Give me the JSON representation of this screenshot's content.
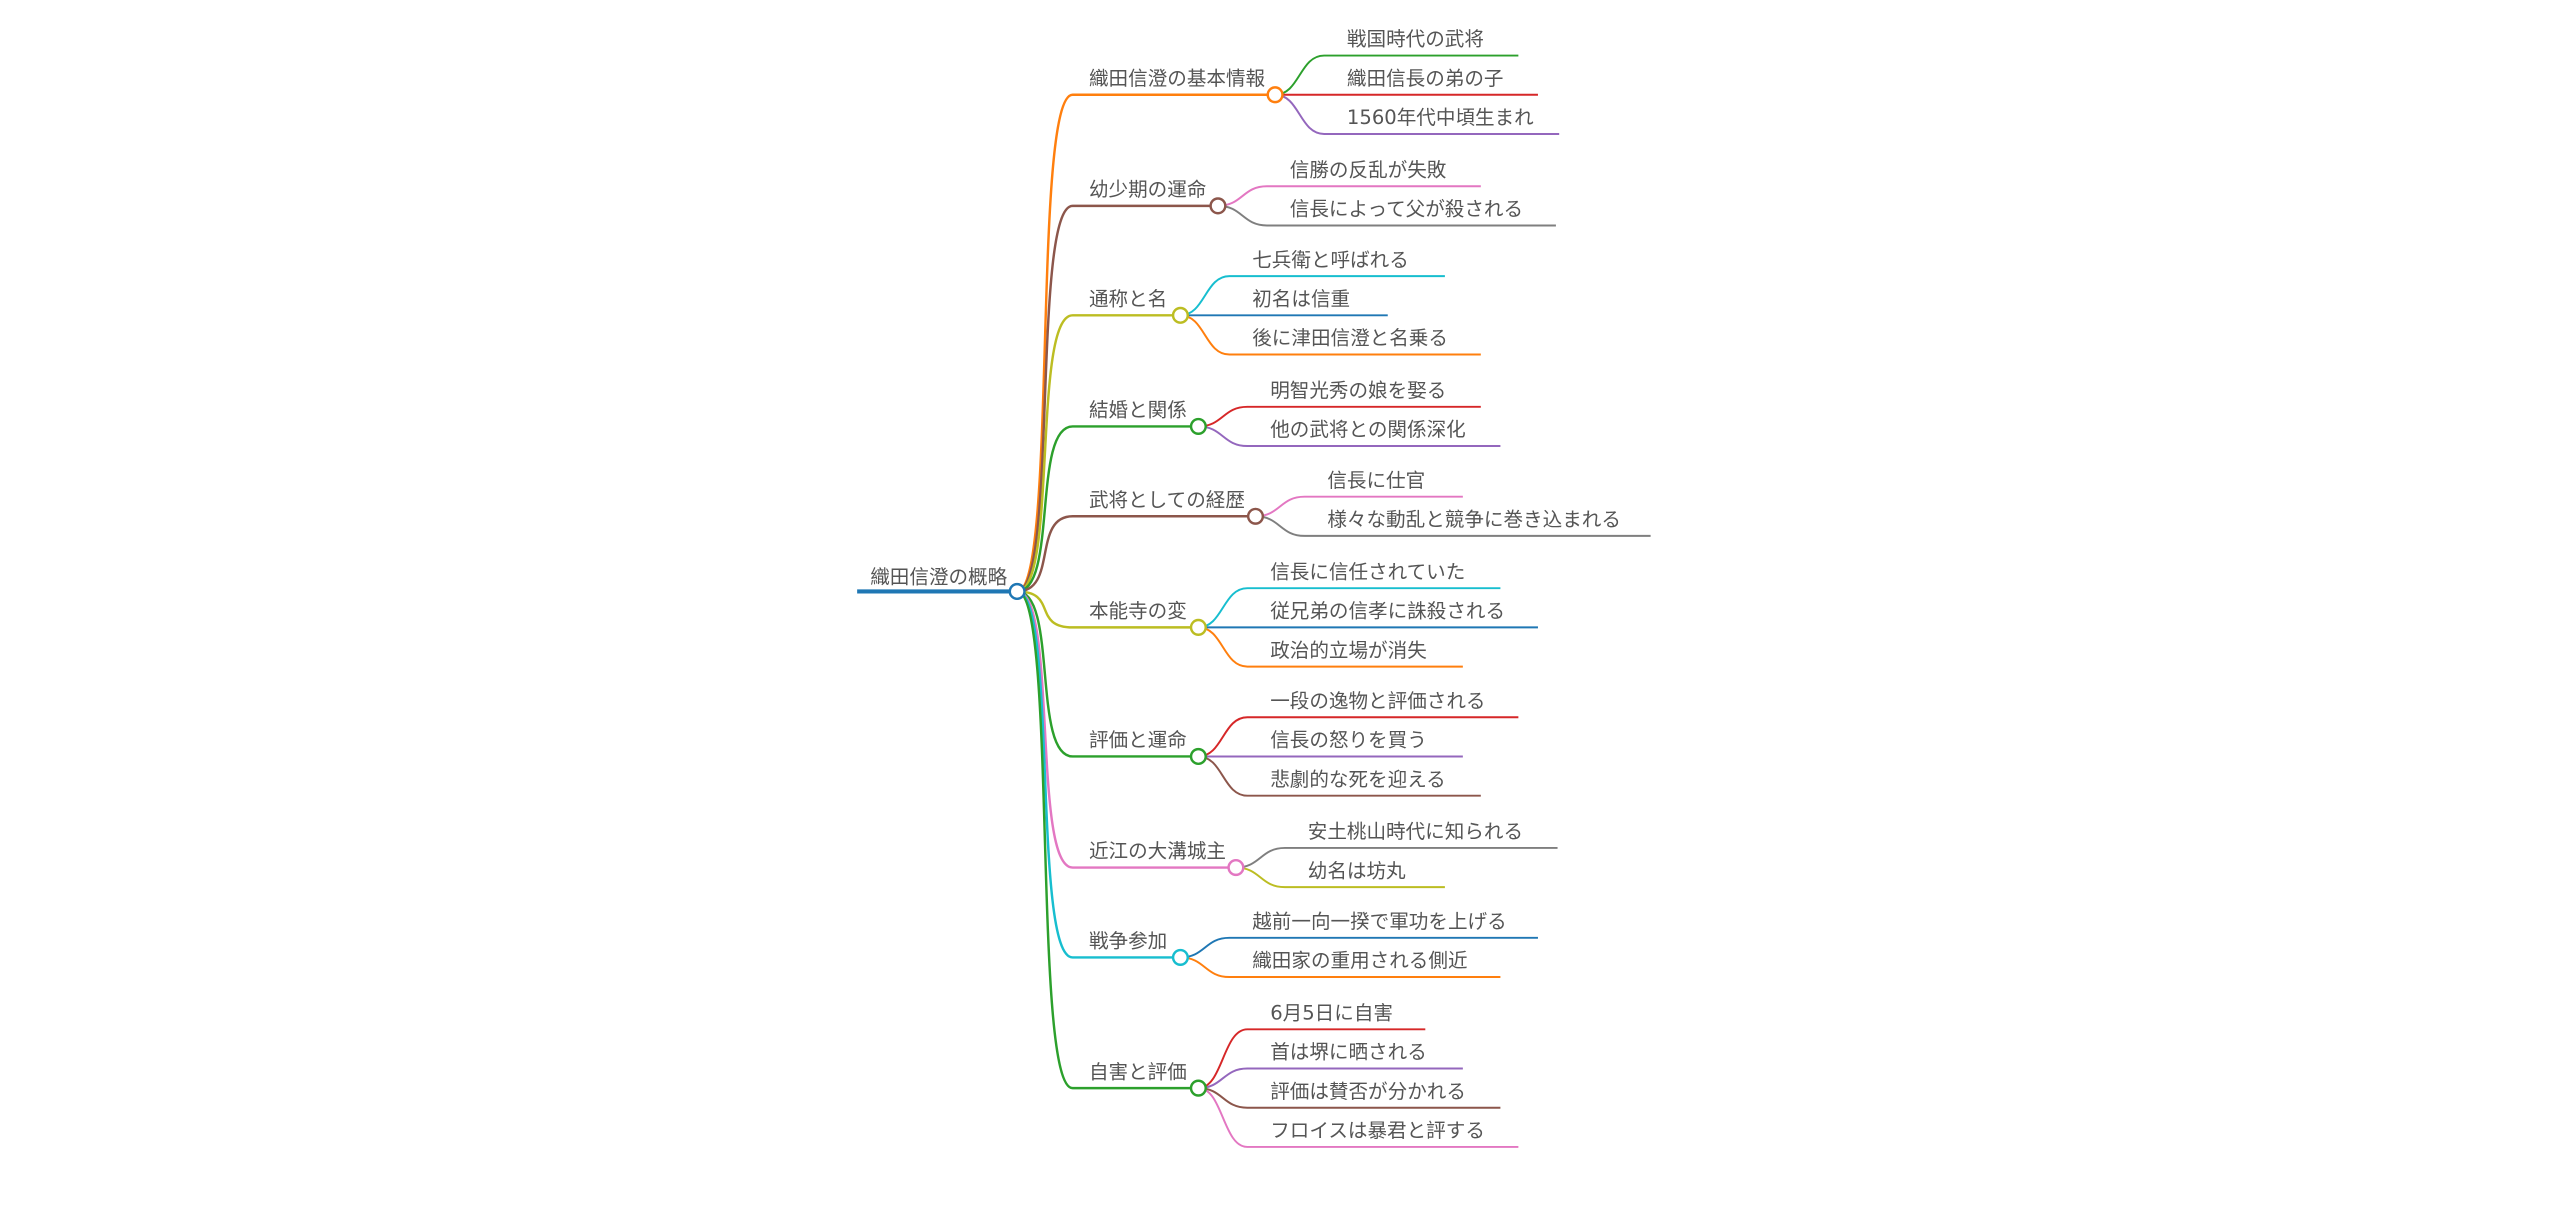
{
  "root": {
    "label": "織田信澄の概略",
    "color": "#1f77b4"
  },
  "branches": [
    {
      "label": "織田信澄の基本情報",
      "color": "#ff7f0e",
      "children": [
        {
          "label": "戦国時代の武将",
          "color": "#2ca02c"
        },
        {
          "label": "織田信長の弟の子",
          "color": "#d62728"
        },
        {
          "label": "1560年代中頃生まれ",
          "color": "#9467bd"
        }
      ]
    },
    {
      "label": "幼少期の運命",
      "color": "#8c564b",
      "children": [
        {
          "label": "信勝の反乱が失敗",
          "color": "#e377c2"
        },
        {
          "label": "信長によって父が殺される",
          "color": "#7f7f7f"
        }
      ]
    },
    {
      "label": "通称と名",
      "color": "#bcbd22",
      "children": [
        {
          "label": "七兵衛と呼ばれる",
          "color": "#17becf"
        },
        {
          "label": "初名は信重",
          "color": "#1f77b4"
        },
        {
          "label": "後に津田信澄と名乗る",
          "color": "#ff7f0e"
        }
      ]
    },
    {
      "label": "結婚と関係",
      "color": "#2ca02c",
      "children": [
        {
          "label": "明智光秀の娘を娶る",
          "color": "#d62728"
        },
        {
          "label": "他の武将との関係深化",
          "color": "#9467bd"
        }
      ]
    },
    {
      "label": "武将としての経歴",
      "color": "#8c564b",
      "children": [
        {
          "label": "信長に仕官",
          "color": "#e377c2"
        },
        {
          "label": "様々な動乱と競争に巻き込まれる",
          "color": "#7f7f7f"
        }
      ]
    },
    {
      "label": "本能寺の変",
      "color": "#bcbd22",
      "children": [
        {
          "label": "信長に信任されていた",
          "color": "#17becf"
        },
        {
          "label": "従兄弟の信孝に誅殺される",
          "color": "#1f77b4"
        },
        {
          "label": "政治的立場が消失",
          "color": "#ff7f0e"
        }
      ]
    },
    {
      "label": "評価と運命",
      "color": "#2ca02c",
      "children": [
        {
          "label": "一段の逸物と評価される",
          "color": "#d62728"
        },
        {
          "label": "信長の怒りを買う",
          "color": "#9467bd"
        },
        {
          "label": "悲劇的な死を迎える",
          "color": "#8c564b"
        }
      ]
    },
    {
      "label": "近江の大溝城主",
      "color": "#e377c2",
      "children": [
        {
          "label": "安土桃山時代に知られる",
          "color": "#7f7f7f"
        },
        {
          "label": "幼名は坊丸",
          "color": "#bcbd22"
        }
      ]
    },
    {
      "label": "戦争参加",
      "color": "#17becf",
      "children": [
        {
          "label": "越前一向一揆で軍功を上げる",
          "color": "#1f77b4"
        },
        {
          "label": "織田家の重用される側近",
          "color": "#ff7f0e"
        }
      ]
    },
    {
      "label": "自害と評価",
      "color": "#2ca02c",
      "children": [
        {
          "label": "6月5日に自害",
          "color": "#d62728"
        },
        {
          "label": "首は堺に晒される",
          "color": "#9467bd"
        },
        {
          "label": "評価は賛否が分かれる",
          "color": "#8c564b"
        },
        {
          "label": "フロイスは暴君と評する",
          "color": "#e377c2"
        }
      ]
    }
  ]
}
